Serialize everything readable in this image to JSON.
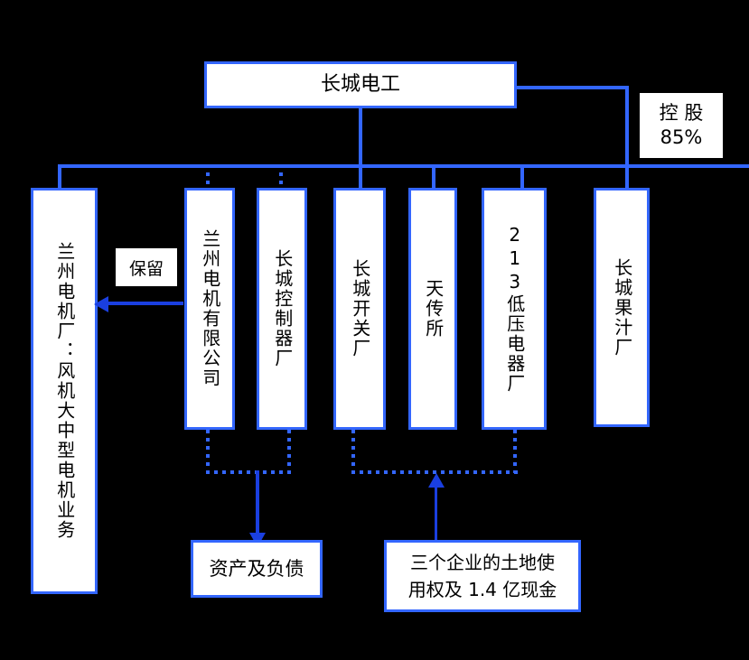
{
  "diagram": {
    "title": "长城电工",
    "root": {
      "label": "长城电工"
    },
    "ownership_note": {
      "line1": "控 股",
      "line2": "85%"
    },
    "retain_note": {
      "label": "保留"
    },
    "units": [
      {
        "id": "lanzhou-motor-plant",
        "label": "兰州电机厂：风机大中型电机业务"
      },
      {
        "id": "lanzhou-motor-ltd",
        "label": "兰州电机有限公司"
      },
      {
        "id": "changcheng-controller",
        "label": "长城控制器厂"
      },
      {
        "id": "changcheng-switch",
        "label": "长城开关厂"
      },
      {
        "id": "tianchuansuo",
        "label": "天传所"
      },
      {
        "id": "lv-213",
        "label": "213低压电器厂"
      },
      {
        "id": "changcheng-juice",
        "label": "长城果汁厂"
      }
    ],
    "outcomes": [
      {
        "id": "assets-liabilities",
        "label": "资产及负债"
      },
      {
        "id": "land-use-cash",
        "label": "三个企业的土地使\n用权及 1.4 亿现金"
      }
    ],
    "colors": {
      "box_border": "#3366ff",
      "connector": "#3366ff",
      "arrow": "#1a3fe0",
      "background": "#000000",
      "box_fill": "#ffffff"
    }
  }
}
